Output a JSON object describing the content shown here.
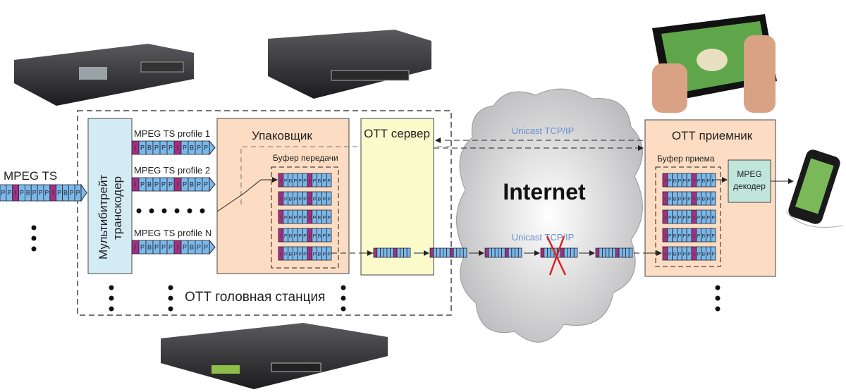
{
  "input": {
    "label": "MPEG TS"
  },
  "transcoder": {
    "label_line1": "Мультибитрейт",
    "label_line2": "транскодер"
  },
  "profiles": [
    "MPEG TS profile 1",
    "MPEG TS profile 2",
    "MPEG TS profile N"
  ],
  "packer": {
    "title": "Упаковщик",
    "buffer_label": "Буфер передачи"
  },
  "server": {
    "title": "ОТТ сервер"
  },
  "internet": {
    "label": "Internet",
    "unicast_top": "Unicast TCP/IP",
    "unicast_bottom": "Unicast TCP/IP"
  },
  "receiver": {
    "title": "ОТТ приемник",
    "buffer_label": "Буфер приема",
    "decoder_line1": "MPEG",
    "decoder_line2": "декодер"
  },
  "headend": {
    "label": "ОТТ головная станция"
  },
  "frame_pattern": [
    "P",
    "P",
    "I",
    "P",
    "B",
    "P",
    "P",
    "P",
    "I",
    "P",
    "B",
    "P",
    "P"
  ],
  "segment_pattern": [
    "I",
    "P",
    "B",
    "P",
    "P",
    "P",
    "I",
    "P",
    "B",
    "P",
    "P"
  ],
  "colors": {
    "i_frame": "#a3307f",
    "p_frame": "#7cb9e8",
    "transcoder": "#d3ebf5",
    "packer": "#fcdcc2",
    "server": "#fafacb",
    "decoder": "#c0e6dc",
    "unicast": "#6b8fcf",
    "lost": "#e02020"
  }
}
